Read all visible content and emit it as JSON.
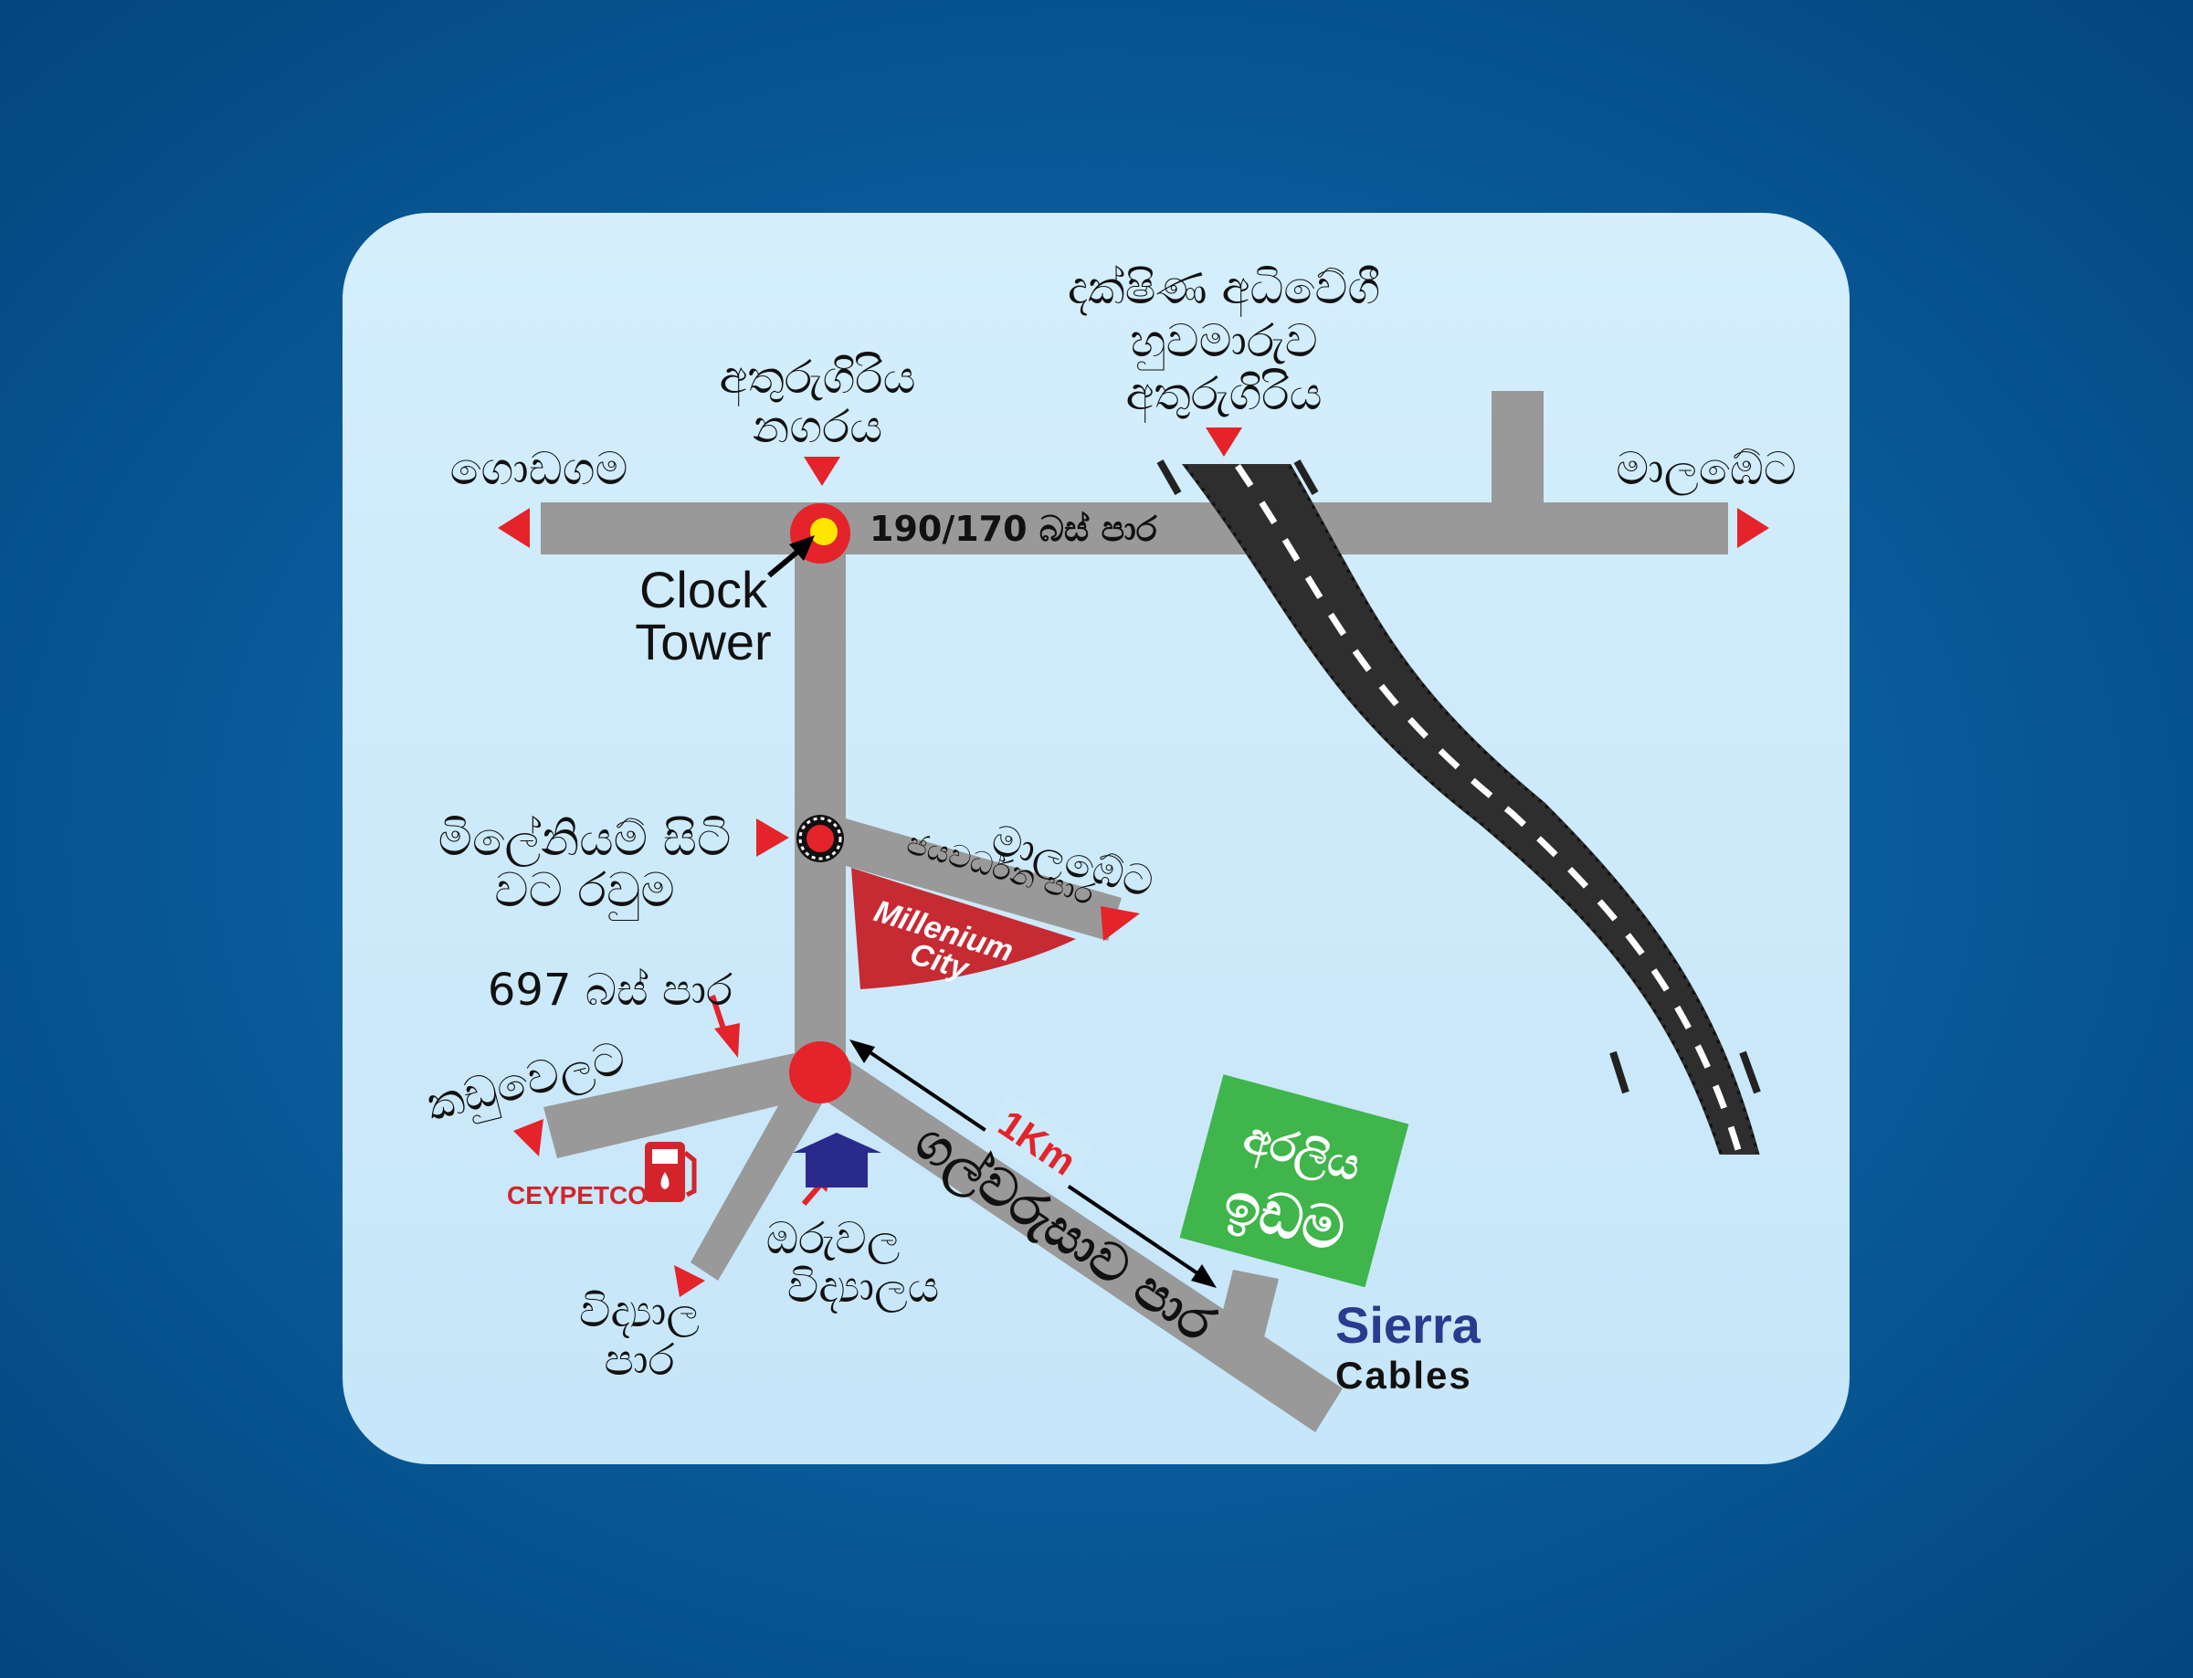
{
  "colors": {
    "background": "#0a5e9e",
    "panel": "#cdeafb",
    "road": "#999999",
    "highway": "#2e2e2e",
    "marker_red": "#e5232a",
    "marker_yellow": "#ffe600",
    "millenium_red": "#c62a33",
    "araliya_green": "#3fb54b",
    "school_blue": "#2a2a8c",
    "sierra_blue": "#2a3b8f"
  },
  "labels": {
    "highway_line1": "දක්ෂිණ අධිවේගී",
    "highway_line2": "හුවමාරුව",
    "highway_line3": "අතුරුගිරිය",
    "athurugiriya_line1": "අතුරුගිරිය",
    "athurugiriya_line2": "නගරය",
    "godagama": "ගොඩගම",
    "malabe_top": "මාලඹේට",
    "bus_route_top": "190/170 බස් පාර",
    "clock_line1": "Clock",
    "clock_line2": "Tower",
    "millennium_line1": "මිලේනියම් සිටි",
    "millennium_line2": "වට රවුම",
    "jayawardena": "ජයවර්ධන පාර",
    "malabe_mid": "මාලඹේට",
    "millenium_line1": "Millenium",
    "millenium_line2": "City",
    "bus_697": "697 බස් පාර",
    "kaduwela": "කඩුවෙලට",
    "ceypetco": "CEYPETCO",
    "distance": "1Km",
    "galwarusawa": "ගල්වරුසාව පාර",
    "oruwala_line1": "ඔරුවල",
    "oruwala_line2": "විද්‍යාලය",
    "vidyala_line1": "විද්‍යාල",
    "vidyala_line2": "පාර",
    "araliya_line1": "අරලිය",
    "araliya_line2": "ඉඩම",
    "sierra": "Sierra",
    "cables": "Cables"
  }
}
